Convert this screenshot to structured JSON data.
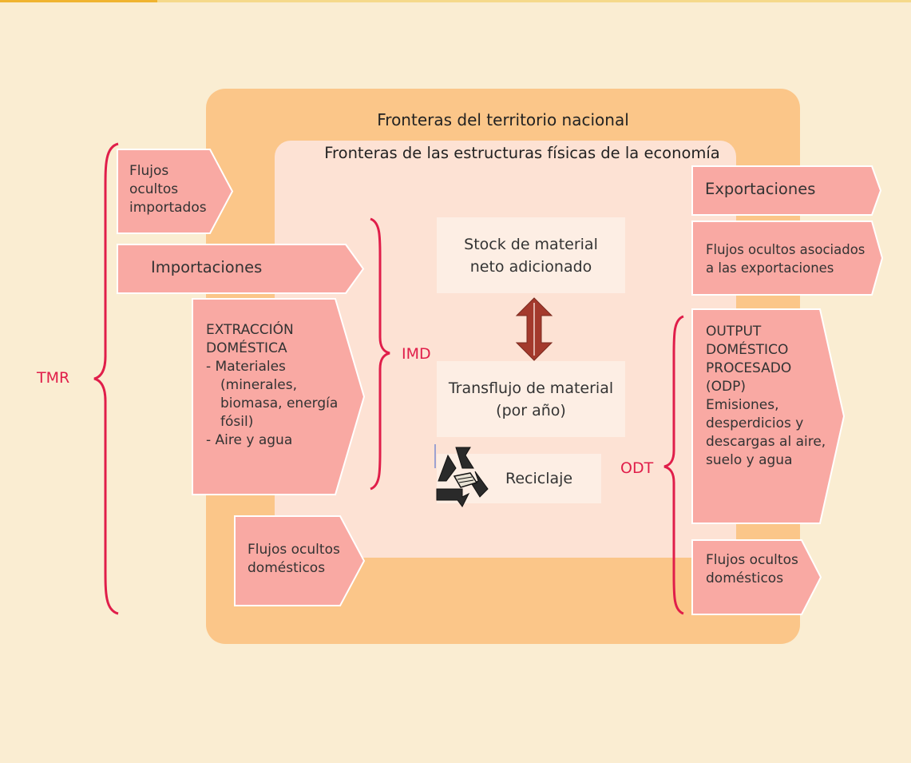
{
  "diagram": {
    "national_border_label": "Fronteras del territorio nacional",
    "economy_border_label": "Fronteras de las estructuras físicas de la economía",
    "inputs": {
      "hidden_imported_lines": [
        "Flujos",
        "ocultos",
        "importados"
      ],
      "imports": "Importaciones",
      "domestic_extraction": {
        "title_lines": [
          "EXTRACCIÓN",
          "DOMÉSTICA"
        ],
        "bullets": [
          [
            "- Materiales",
            "(minerales,",
            "biomasa, energía",
            "fósil)"
          ],
          [
            "- Aire y agua"
          ]
        ]
      },
      "hidden_domestic_lines": [
        "Flujos ocultos",
        "domésticos"
      ]
    },
    "economy": {
      "stock_lines": [
        "Stock de material",
        "neto adicionado"
      ],
      "throughput_lines": [
        "Transflujo de material",
        "(por año)"
      ],
      "recycling": "Reciclaje",
      "recycling_icon": "recycle-icon"
    },
    "outputs": {
      "exports": "Exportaciones",
      "hidden_exports_lines": [
        "Flujos ocultos asociados",
        "a las exportaciones"
      ],
      "dpo_lines": [
        "OUTPUT",
        "DOMÉSTICO",
        "PROCESADO",
        "(ODP)",
        "Emisiones,",
        "desperdicios y",
        "descargas al aire,",
        "suelo y agua"
      ],
      "hidden_domestic_lines": [
        "Flujos ocultos",
        "domésticos"
      ]
    },
    "brackets": {
      "tmr": "TMR",
      "imd": "IMD",
      "odt": "ODT"
    },
    "colors": {
      "background": "#faedd2",
      "national_territory": "#fbc689",
      "economy_structure": "#fde2d4",
      "flow_box": "#f9a9a3",
      "bracket": "#e01e4a",
      "double_arrow": "#a3392c"
    }
  }
}
